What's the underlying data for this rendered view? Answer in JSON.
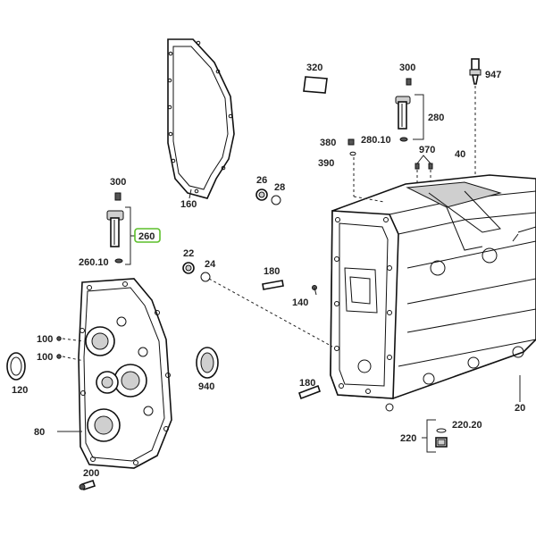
{
  "labels": {
    "p320": "320",
    "p300a": "300",
    "p947": "947",
    "p280": "280",
    "p380": "380",
    "p280_10": "280.10",
    "p970": "970",
    "p390": "390",
    "p40": "40",
    "p160": "160",
    "p26": "26",
    "p28": "28",
    "p300b": "300",
    "p260": "260",
    "p260_10": "260.10",
    "p22": "22",
    "p24": "24",
    "p180a": "180",
    "p140": "140",
    "p100a": "100",
    "p100b": "100",
    "p120": "120",
    "p940": "940",
    "p180b": "180",
    "p20": "20",
    "p220_20": "220.20",
    "p220": "220",
    "p80": "80",
    "p200": "200"
  },
  "colors": {
    "highlight_border": "#5cbf2a",
    "line": "#222222"
  }
}
